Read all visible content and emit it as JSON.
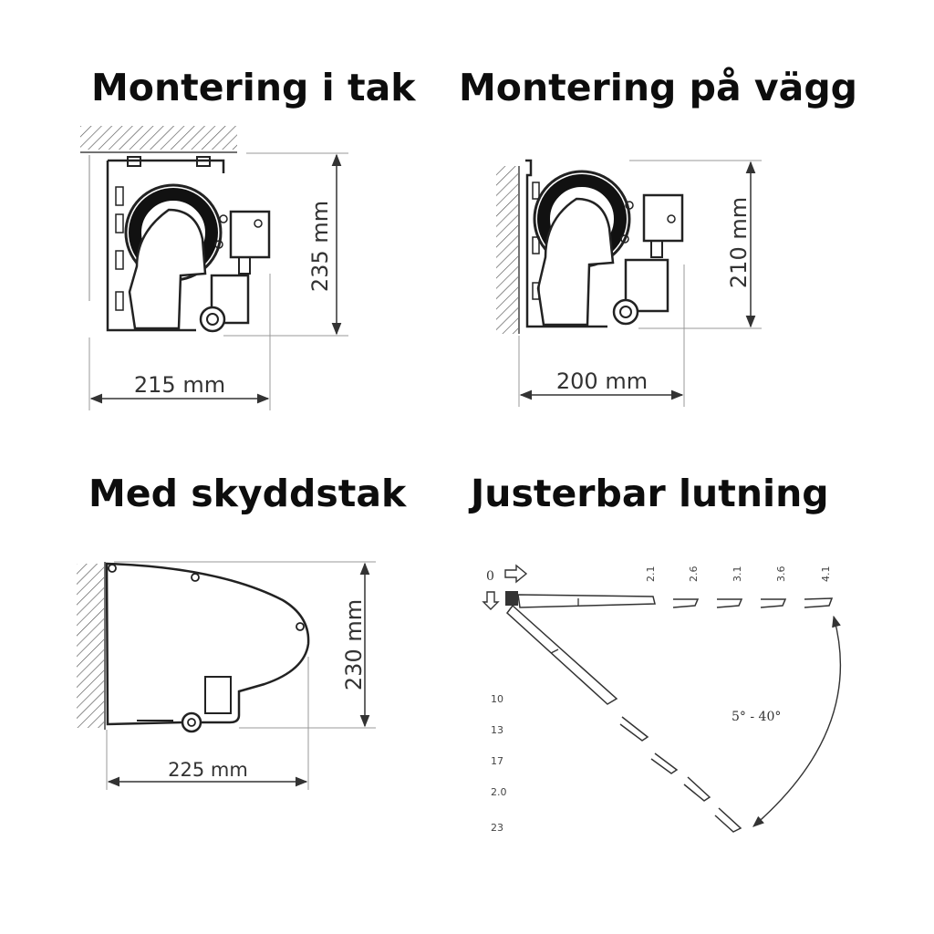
{
  "titles": {
    "ceiling": "Montering i tak",
    "wall": "Montering på vägg",
    "cover": "Med skyddstak",
    "tilt": "Justerbar lutning"
  },
  "dimensions": {
    "ceiling_width": "215 mm",
    "ceiling_height": "235 mm",
    "wall_width": "200 mm",
    "wall_height": "210 mm",
    "cover_width": "225 mm",
    "cover_height": "230 mm"
  },
  "tilt": {
    "zero_label": "0",
    "range_label": "5° - 40°",
    "top_marks": [
      "2.1",
      "2.6",
      "3.1",
      "3.6",
      "4.1"
    ],
    "left_marks": [
      "10",
      "13",
      "17",
      "2.0",
      "23"
    ]
  }
}
